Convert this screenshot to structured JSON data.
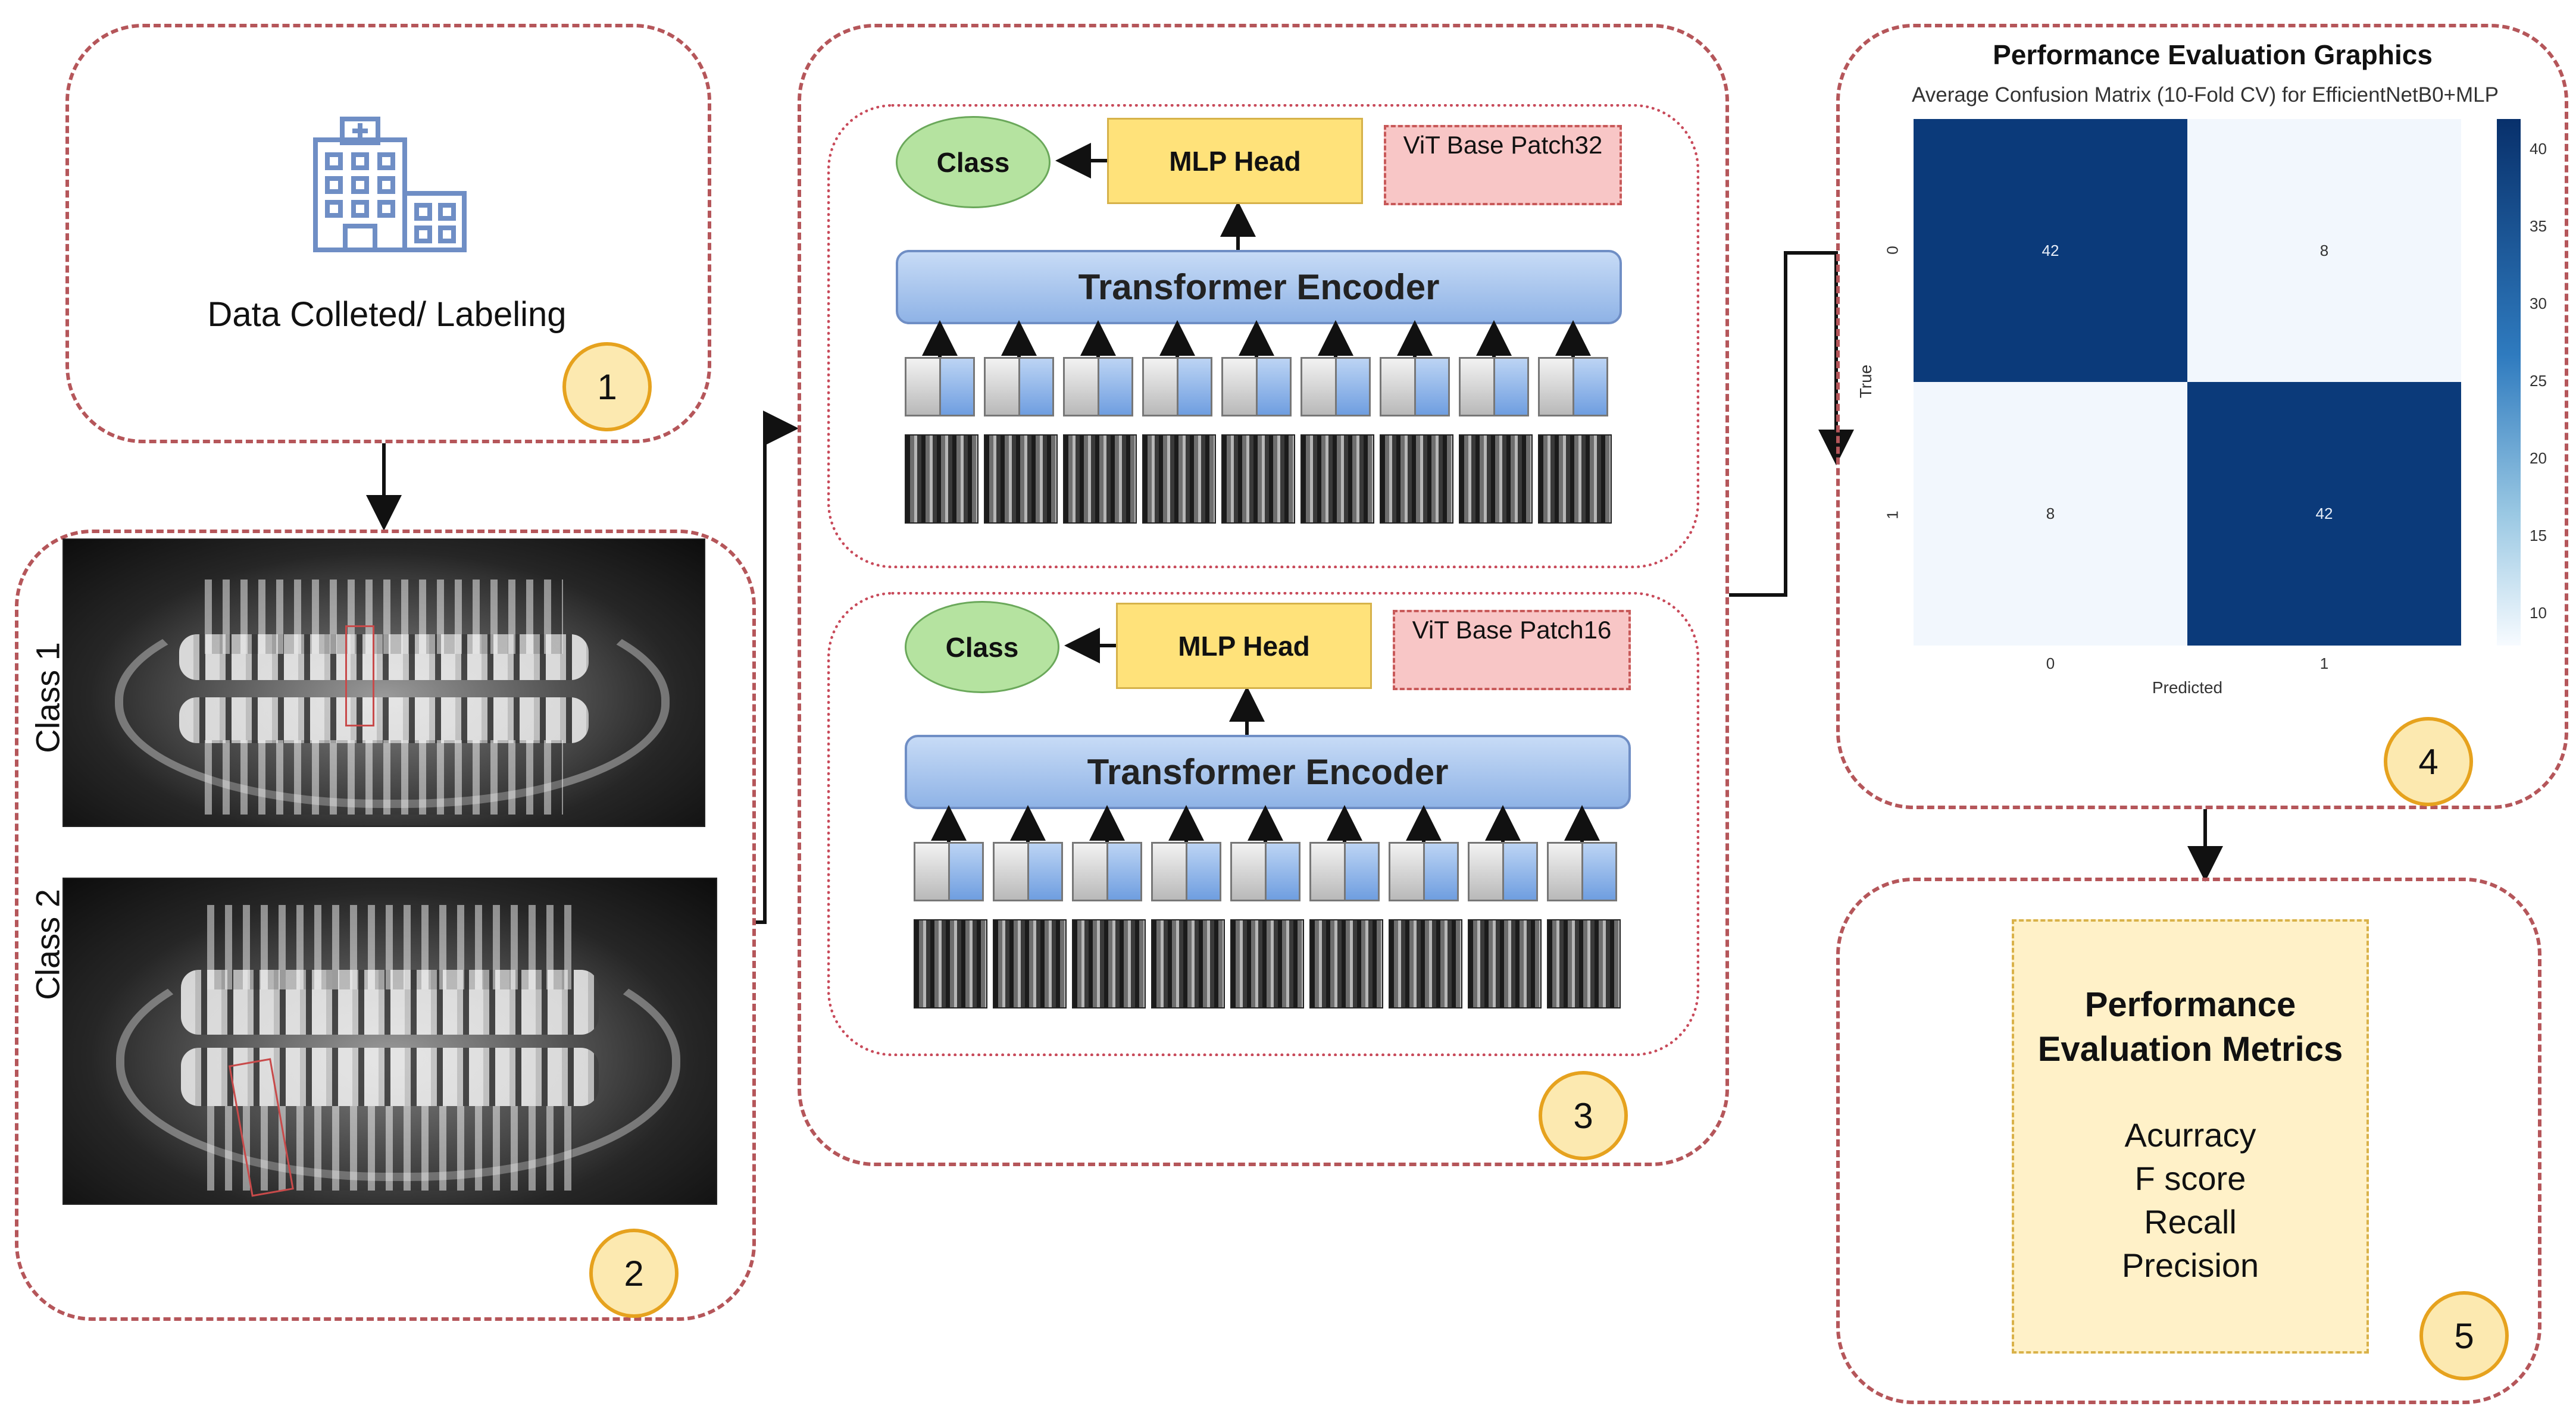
{
  "stage1": {
    "label": "Data Colleted/ Labeling",
    "badge": "1"
  },
  "stage2": {
    "class1_label": "Class 1",
    "class2_label": "Class 2",
    "badge": "2"
  },
  "stage3": {
    "badge": "3",
    "top": {
      "class_label": "Class",
      "mlp_label": "MLP Head",
      "model_label": "ViT Base Patch32",
      "encoder_label": "Transformer Encoder"
    },
    "bottom": {
      "class_label": "Class",
      "mlp_label": "MLP Head",
      "model_label": "ViT Base Patch16",
      "encoder_label": "Transformer Encoder"
    }
  },
  "stage4": {
    "badge": "4",
    "title": "Performance Evaluation Graphics",
    "matrix_title": "Average Confusion Matrix (10-Fold CV) for EfficientNetB0+MLP",
    "xlabel": "Predicted",
    "ylabel": "True",
    "x_ticks": [
      "0",
      "1"
    ],
    "y_ticks": [
      "0",
      "1"
    ],
    "cells": [
      [
        "42",
        "8"
      ],
      [
        "8",
        "42"
      ]
    ],
    "colorbar_ticks": [
      "40",
      "35",
      "30",
      "25",
      "20",
      "15",
      "10"
    ]
  },
  "stage5": {
    "badge": "5",
    "title_line1": "Performance",
    "title_line2": "Evaluation Metrics",
    "metrics": [
      "Acurracy",
      "F score",
      "Recall",
      "Precision"
    ]
  },
  "colors": {
    "dash_border": "#b5565a",
    "badge_fill": "#fce9b0",
    "badge_border": "#e6a21e",
    "matrix_dark": "#0b3a7a",
    "matrix_light": "#f2f7fd"
  }
}
